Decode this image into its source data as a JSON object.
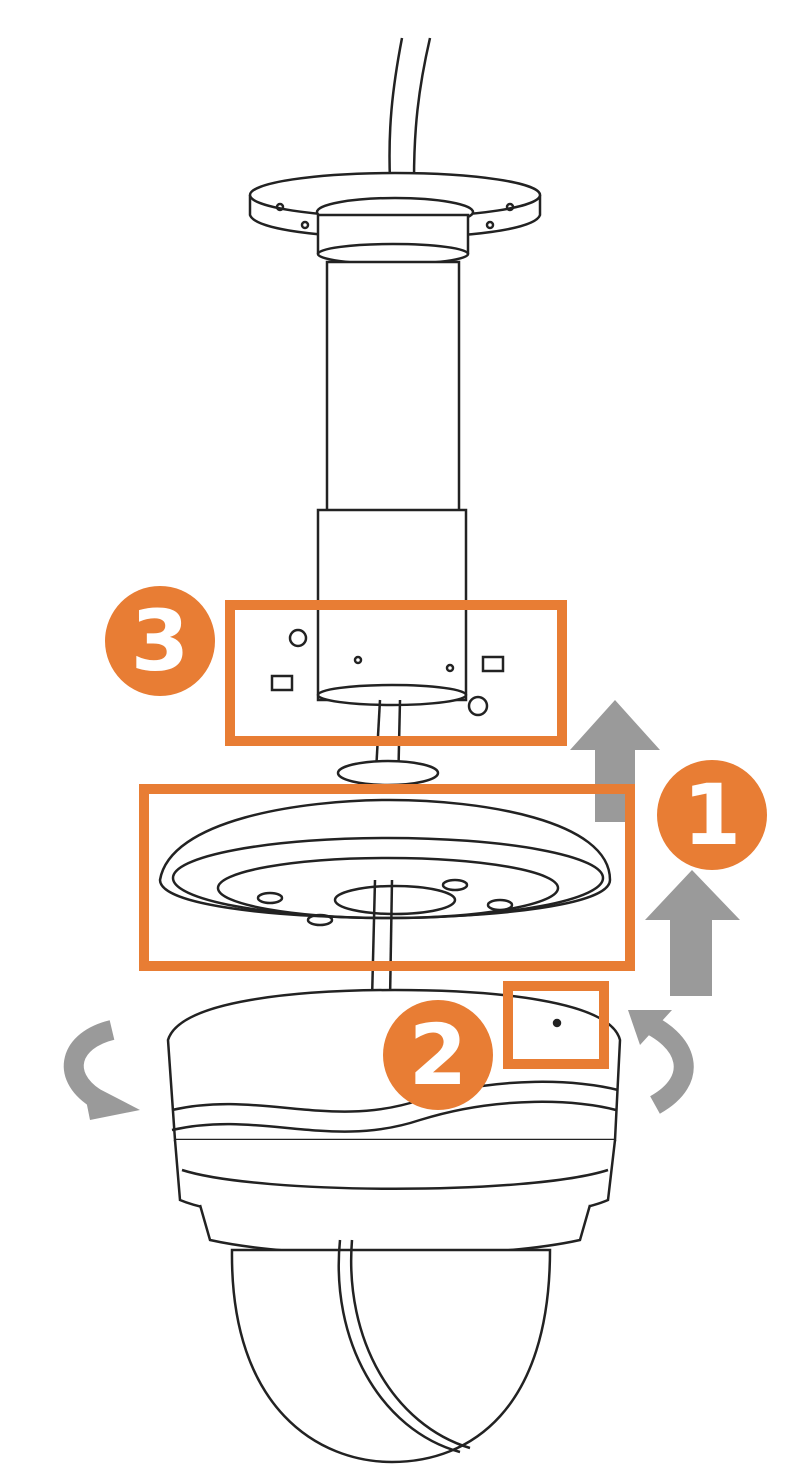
{
  "colors": {
    "accent": "#E87D34",
    "arrow": "#9a9a9a",
    "line": "#222222"
  },
  "callouts": [
    {
      "label": "1",
      "target": "mount-plate"
    },
    {
      "label": "2",
      "target": "housing-screw"
    },
    {
      "label": "3",
      "target": "pipe-screws"
    }
  ]
}
